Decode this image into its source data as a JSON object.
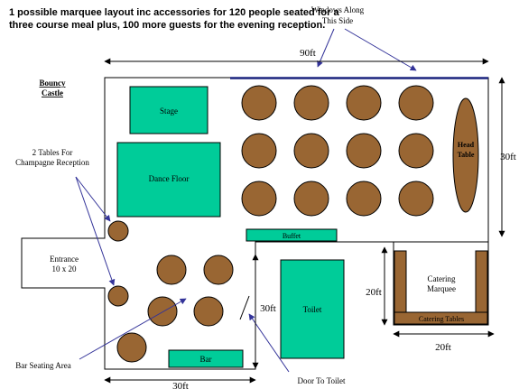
{
  "title_lines": [
    "1 possible marquee layout inc accessories for 120 people seated for a",
    "three course meal plus, 100 more guests for the evening reception."
  ],
  "labels": {
    "windows": [
      "Windows Along",
      "This Side"
    ],
    "bouncy_castle": [
      "Bouncy",
      "Castle"
    ],
    "champagne": [
      "2 Tables For",
      "Champagne Reception"
    ],
    "entrance": [
      "Entrance",
      "10 x 20"
    ],
    "bar_seating": "Bar Seating Area",
    "door_to_toilet": "Door To Toilet",
    "stage": "Stage",
    "dance_floor": "Dance Floor",
    "head_table": [
      "Head",
      "Table"
    ],
    "buffet": "Buffet",
    "toilet": "Toilet",
    "catering_marquee": [
      "Catering",
      "Marquee"
    ],
    "catering_tables": "Catering Tables",
    "bar": "Bar"
  },
  "dimensions": {
    "top_width": "90ft",
    "right_height": "30ft",
    "bar_area_height": "30ft",
    "bar_area_width": "30ft",
    "catering_height": "20ft",
    "catering_width": "20ft"
  },
  "colors": {
    "area_fill": "#00CC99",
    "table_fill": "#996633",
    "outline": "#000000",
    "annotation": "#333399"
  }
}
